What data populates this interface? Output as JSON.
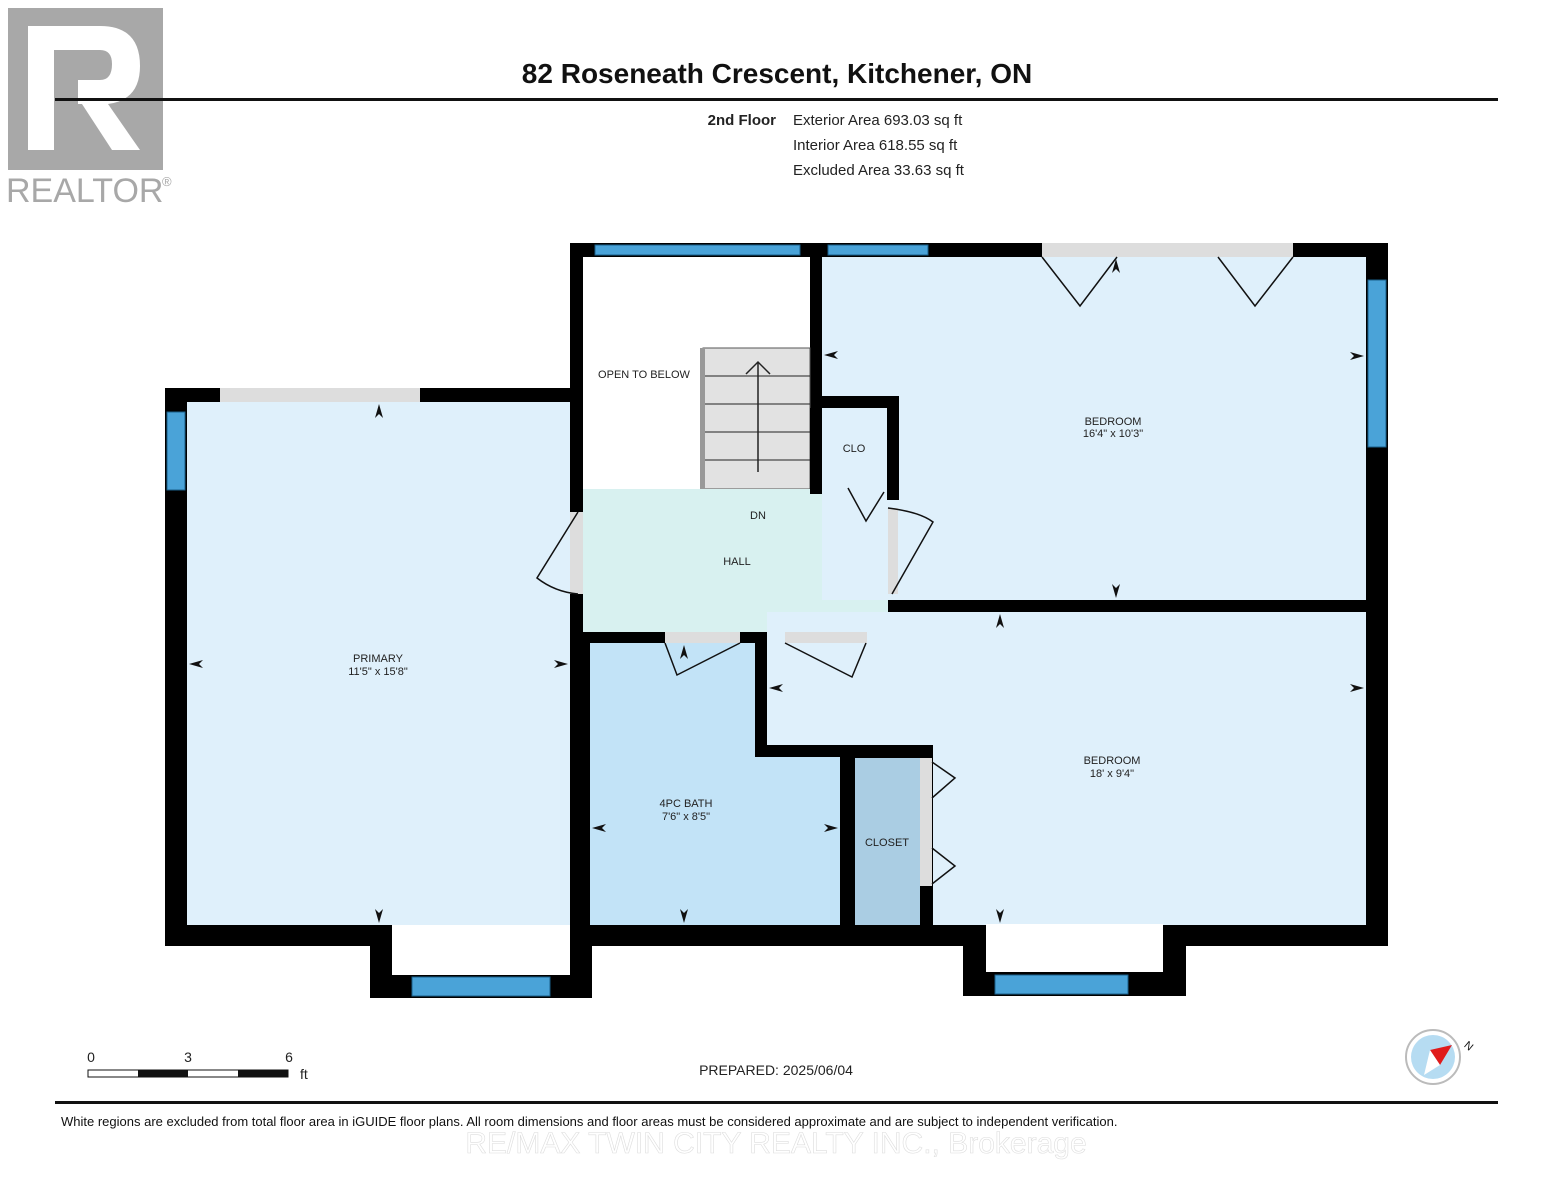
{
  "header": {
    "title": "82 Roseneath Crescent, Kitchener, ON",
    "floor_label": "2nd Floor",
    "exterior_area": "Exterior Area 693.03 sq ft",
    "interior_area": "Interior Area 618.55 sq ft",
    "excluded_area": "Excluded Area 33.63 sq ft"
  },
  "logo": {
    "text": "REALTOR®"
  },
  "rooms": {
    "primary": {
      "name": "PRIMARY",
      "dims": "11'5\" x 15'8\""
    },
    "open_to_below": {
      "name": "OPEN TO BELOW"
    },
    "clo": {
      "name": "CLO"
    },
    "hall": {
      "name": "HALL",
      "stairs": "DN"
    },
    "bedroom1": {
      "name": "BEDROOM",
      "dims": "16'4\" x 10'3\""
    },
    "bedroom2": {
      "name": "BEDROOM",
      "dims": "18' x 9'4\""
    },
    "bath": {
      "name": "4PC BATH",
      "dims": "7'6\" x 8'5\""
    },
    "closet": {
      "name": "CLOSET"
    }
  },
  "scale": {
    "ticks": [
      "0",
      "3",
      "6"
    ],
    "unit": "ft"
  },
  "prepared": "PREPARED: 2025/06/04",
  "compass": {
    "label": "N"
  },
  "disclaimer": "White regions are excluded from total floor area in iGUIDE floor plans. All room dimensions and floor areas must be considered approximate and are subject to independent verification.",
  "watermark": "RE/MAX TWIN CITY REALTY INC., Brokerage",
  "colors": {
    "wall": "#000000",
    "room": "#dff0fb",
    "hall": "#d8f1f0",
    "closet": "#aacde3",
    "window": "#4aa3d8",
    "stairs": "#e2e2e2"
  }
}
